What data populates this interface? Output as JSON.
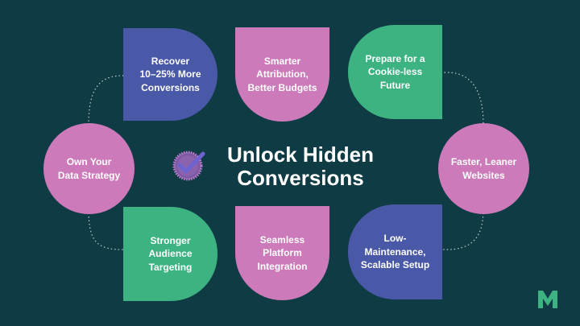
{
  "title": "Unlock Hidden\nConversions",
  "colors": {
    "background": "#0f3b44",
    "indigo": "#4a58a8",
    "pink": "#cc7ab9",
    "green": "#3db382",
    "title": "#ffffff",
    "icon_fill": "#7f5aa4",
    "icon_check": "#6f63d2"
  },
  "benefits": [
    {
      "label": "Recover\n10–25% More\nConversions",
      "color": "indigo"
    },
    {
      "label": "Smarter\nAttribution,\nBetter Budgets",
      "color": "pink"
    },
    {
      "label": "Prepare for a\nCookie-less\nFuture",
      "color": "green"
    },
    {
      "label": "Faster, Leaner\nWebsites",
      "color": "pink"
    },
    {
      "label": "Low-\nMaintenance,\nScalable Setup",
      "color": "indigo"
    },
    {
      "label": "Seamless\nPlatform\nIntegration",
      "color": "pink"
    },
    {
      "label": "Stronger\nAudience\nTargeting",
      "color": "green"
    },
    {
      "label": "Own Your\nData Strategy",
      "color": "pink"
    }
  ],
  "icons": [
    "checkmark-badge-icon",
    "m-logo-icon"
  ]
}
